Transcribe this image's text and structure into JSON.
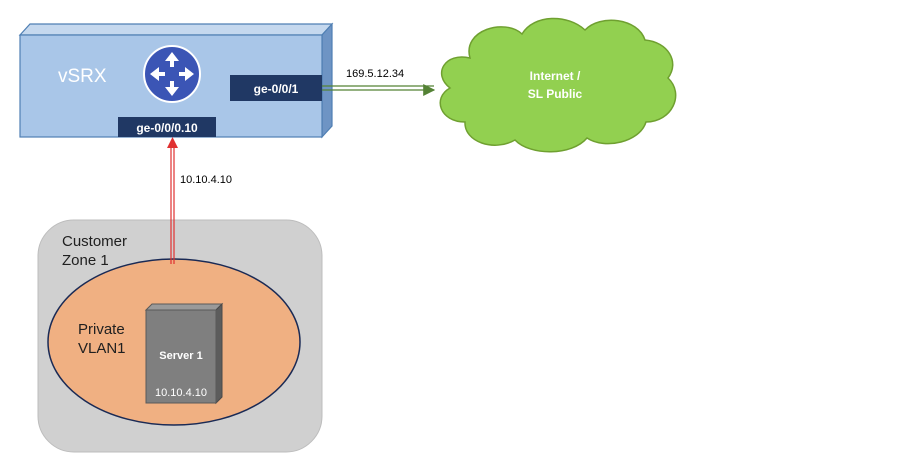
{
  "vsrx": {
    "name": "vSRX",
    "iface_external": "ge-0/0/1",
    "iface_internal": "ge-0/0/0.10",
    "icon": "router-icon"
  },
  "links": {
    "public_ip": "169.5.12.34",
    "private_ip": "10.10.4.10"
  },
  "internet": {
    "line1": "Internet /",
    "line2": "SL Public"
  },
  "zone": {
    "line1": "Customer",
    "line2": "Zone 1"
  },
  "vlan": {
    "line1": "Private",
    "line2": "VLAN1"
  },
  "server": {
    "name": "Server 1",
    "ip": "10.10.4.10",
    "icon": "server-icon"
  },
  "colors": {
    "vsrx_fill": "#a9c6e8",
    "vsrx_border": "#4f7fb3",
    "iface_fill": "#203864",
    "cloud_fill": "#92d050",
    "cloud_border": "#6fa030",
    "zone_fill": "#d0d0d0",
    "vlan_fill": "#f0b082",
    "server_fill": "#7f7f7f",
    "public_link": "#548235",
    "private_link": "#e03030"
  }
}
